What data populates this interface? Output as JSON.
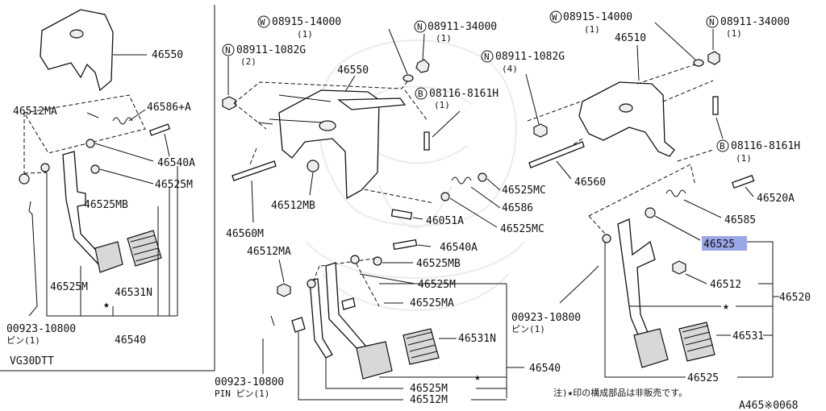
{
  "left_inset": {
    "variant": "VG30DTT",
    "labels": {
      "l46550": "46550",
      "l46512MA": "46512MA",
      "l46586A": "46586+A",
      "l46540A": "46540A",
      "l46525M": "46525M",
      "l46525MB": "46525MB",
      "l46525M_b": "46525M",
      "l46531N": "46531N",
      "l46540": "46540",
      "l00923": "00923-10800",
      "l00923_sub": "ピン(1)"
    }
  },
  "center": {
    "labels": {
      "w_code": "08915-14000",
      "w_qty": "(1)",
      "n_code": "08911-34000",
      "n_qty": "(1)",
      "n2_code": "08911-1082G",
      "n2_qty": "(2)",
      "l46550": "46550",
      "b_code": "08116-8161H",
      "b_qty": "(1)",
      "l46525MC_a": "46525MC",
      "l46586": "46586",
      "l46051A": "46051A",
      "l46525MC_b": "46525MC",
      "l46512MB": "46512MB",
      "l46560M": "46560M",
      "l46540A": "46540A",
      "l46512MA": "46512MA",
      "l46525MB": "46525MB",
      "l46525M": "46525M",
      "l46525MA": "46525MA",
      "l46531N": "46531N",
      "l46540": "46540",
      "l46525M_b": "46525M",
      "l46512M": "46512M",
      "l00923": "00923-10800",
      "l00923_sub": "PIN ピン(1)"
    }
  },
  "right": {
    "labels": {
      "w_code": "08915-14000",
      "w_qty": "(1)",
      "n_code": "08911-34000",
      "n_qty": "(1)",
      "l46510": "46510",
      "n2_code": "08911-1082G",
      "n2_qty": "(4)",
      "b_code": "08116-8161H",
      "b_qty": "(1)",
      "l46560": "46560",
      "l46520A": "46520A",
      "l46585": "46585",
      "l46525_hl": "46525",
      "l46512": "46512",
      "l46520": "46520",
      "l00923": "00923-10800",
      "l00923_sub": "ピン(1)",
      "l46531": "46531",
      "l46525": "46525"
    }
  },
  "footer": {
    "note": "注)★印の構成部品は非販売です。",
    "drawing_id": "A465※0068"
  },
  "symbols": {
    "washer_mark": "W",
    "nut_mark": "N",
    "bolt_mark": "B",
    "star": "★"
  },
  "colors": {
    "highlight": "#9aa6e6",
    "line": "#111111",
    "background": "#ffffff"
  }
}
